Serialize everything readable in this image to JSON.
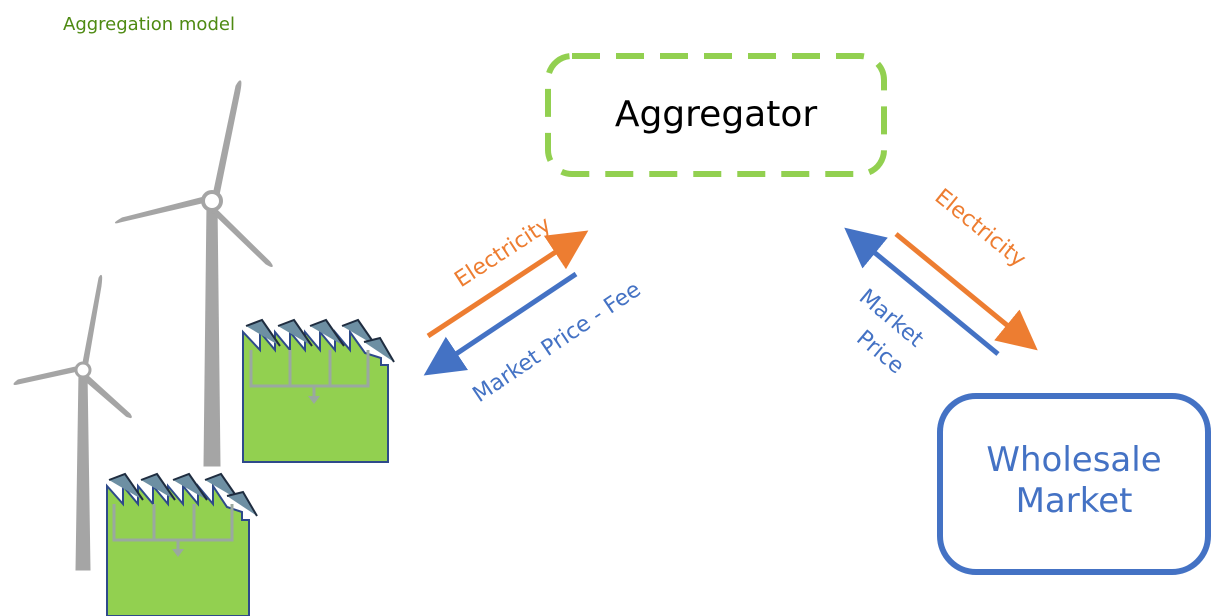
{
  "title": "Aggregation model",
  "aggregator": {
    "label": "Aggregator",
    "border_color": "#92d050"
  },
  "wholesale_market": {
    "line1": "Wholesale",
    "line2": "Market",
    "color": "#4472c4"
  },
  "flows": {
    "left_electricity": "Electricity",
    "left_payment": "Market Price - Fee",
    "right_electricity": "Electricity",
    "right_payment_line1": "Market",
    "right_payment_line2": "Price"
  },
  "colors": {
    "electricity": "#ed7d31",
    "payment": "#4472c4",
    "factory_fill": "#92d050",
    "turbine": "#a5a5a5",
    "title": "#4e8a12"
  },
  "icons": [
    "wind-turbine-icon",
    "factory-solar-icon"
  ]
}
